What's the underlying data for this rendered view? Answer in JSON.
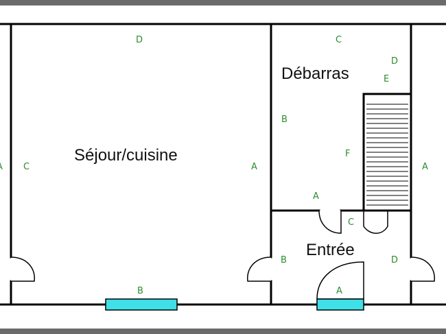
{
  "colors": {
    "frame": "#6b6b6b",
    "wall": "#000000",
    "window": "#3fe0e8",
    "letter": "#2e8b2e",
    "label": "#111111"
  },
  "rooms": {
    "sejour": "Séjour/cuisine",
    "debarras": "Débarras",
    "entree": "Entrée"
  },
  "walls": {
    "sejour_top": "D",
    "sejour_left_edge": "A",
    "sejour_left": "C",
    "sejour_right": "A",
    "sejour_window": "B",
    "debarras_top": "C",
    "debarras_corner_d": "D",
    "debarras_corner_e": "E",
    "debarras_left": "B",
    "stair_f": "F",
    "right_outer": "A",
    "entree_a_upper": "A",
    "entree_c": "C",
    "entree_left": "B",
    "entree_right": "D",
    "entree_window": "A"
  }
}
